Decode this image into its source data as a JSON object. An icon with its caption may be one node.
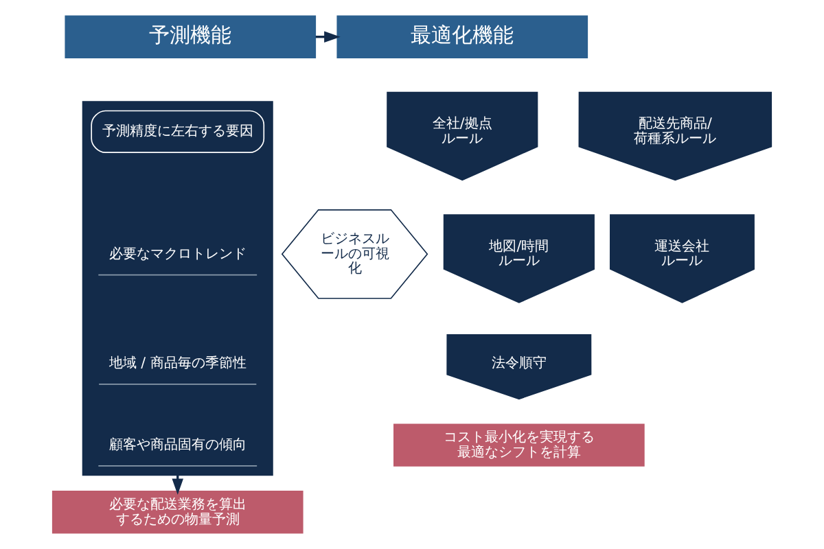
{
  "diagram": {
    "nodes": [
      {
        "text": [
          "予測機能"
        ]
      },
      {
        "text": [
          "最適化機能"
        ]
      },
      {
        "text": [],
        "shape": "box"
      },
      {
        "text": [
          "予測精度に左右する要因"
        ],
        "in": 2
      },
      {
        "text": [
          "必要なマクロトレンド"
        ],
        "in": 2
      },
      {
        "text": [
          "地域 / 商品毎の季節性"
        ],
        "in": 2
      },
      {
        "text": [
          "顧客や商品固有の傾向"
        ],
        "in": 2
      },
      {
        "text": [
          "必要な配送業務を算出するための物量予測"
        ]
      },
      {
        "text": [
          "全社/拠点ルール"
        ]
      },
      {
        "text": [
          "配送先商品/荷種系ルール"
        ]
      },
      {
        "text": [
          "ビジネスルールの可視化"
        ]
      },
      {
        "text": [
          "地図/時間ルール"
        ]
      },
      {
        "text": [
          "運送会社ルール"
        ]
      },
      {
        "text": [
          "法令順守"
        ]
      },
      {
        "text": [
          "コスト最小化を実現する最適なシフトを計算"
        ]
      }
    ],
    "edges": [
      {
        "from": 0,
        "to": 1,
        "arrow": "to"
      },
      {
        "from": 2,
        "to": 7,
        "arrow": "to"
      }
    ]
  }
}
